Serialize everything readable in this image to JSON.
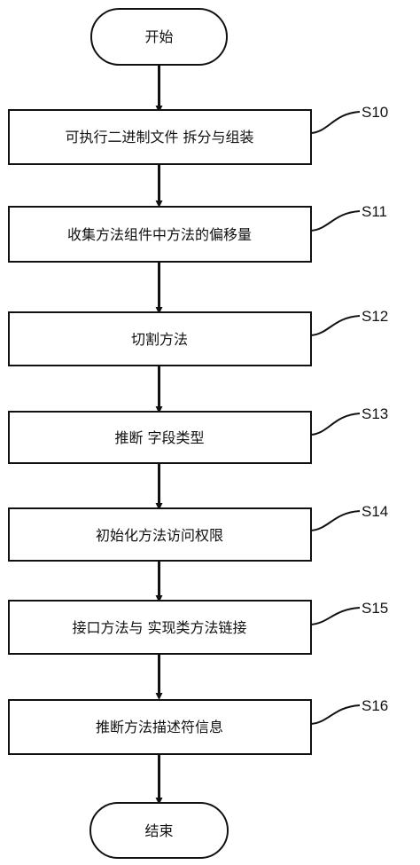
{
  "start_label": "开始",
  "end_label": "结束",
  "steps": [
    {
      "id": "S10",
      "label": "可执行二进制文件 拆分与组装"
    },
    {
      "id": "S11",
      "label": "收集方法组件中方法的偏移量"
    },
    {
      "id": "S12",
      "label": "切割方法"
    },
    {
      "id": "S13",
      "label": "推断 字段类型"
    },
    {
      "id": "S14",
      "label": "初始化方法访问权限"
    },
    {
      "id": "S15",
      "label": "接口方法与 实现类方法链接"
    },
    {
      "id": "S16",
      "label": "推断方法描述符信息"
    }
  ],
  "colors": {
    "line": "#111111",
    "box_fill": "#ffffff"
  }
}
